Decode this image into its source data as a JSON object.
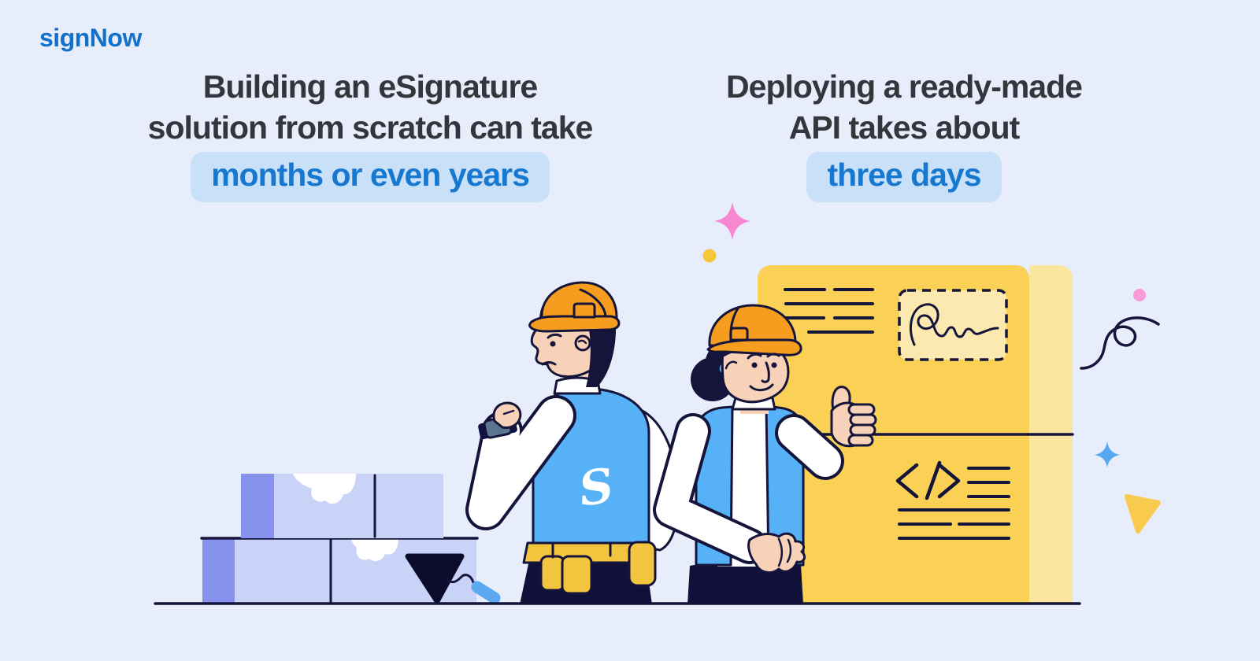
{
  "colors": {
    "background": "#E7EDFA",
    "logo_blue": "#1371CC",
    "heading_dark": "#34363D",
    "highlight_text": "#1778D0",
    "highlight_bg": "#C9E0F9",
    "navy": "#15153B",
    "hat_orange": "#F69D1F",
    "skin": "#F8D2B8",
    "vest_blue": "#57B1F7",
    "white": "#FFFFFF",
    "pants_navy": "#101038",
    "belt_yellow": "#F3C43D",
    "brick_light": "#C8D3F7",
    "brick_dark": "#8791EE",
    "panel_yellow": "#FBD155",
    "panel_side": "#FCE59E",
    "signature_fill": "#FCE9B0",
    "watch_face": "#5B7590",
    "watch_band": "#111142",
    "handle_blue": "#5CA9F1",
    "trowel_navy": "#0B0B2B",
    "sparkle_pink": "#F687D0",
    "sparkle_blue": "#55A7F0",
    "dot_yellow": "#F5C83B",
    "dot_pink": "#F89BD7",
    "triangle_yellow": "#F8CB4F",
    "scrunchie_blue": "#57B1F7"
  },
  "logo": {
    "text": "signNow"
  },
  "claims": {
    "left": {
      "line1": "Building an eSignature",
      "line2": "solution from scratch can take",
      "highlight": "months or even years"
    },
    "right": {
      "line1": "Deploying a ready-made",
      "line2": "API takes about",
      "highlight": "three days"
    }
  },
  "illustration": {
    "vest_monogram": "S"
  }
}
